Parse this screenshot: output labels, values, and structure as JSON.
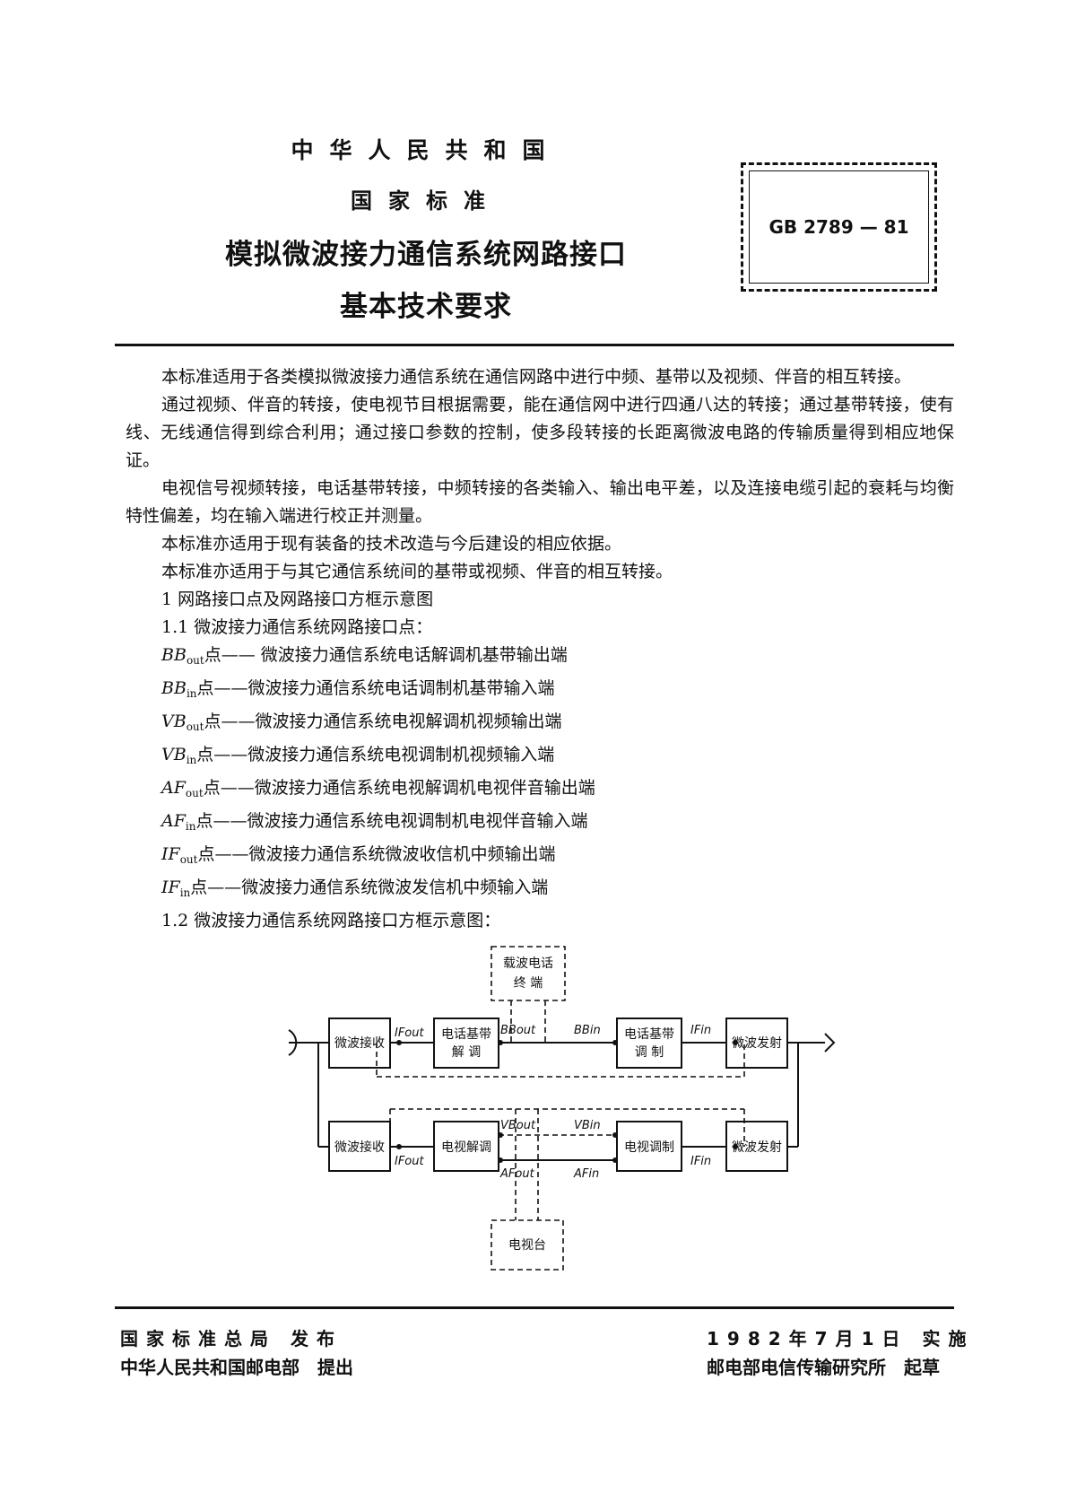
{
  "header": {
    "country": "中华人民共和国",
    "standard_label": "国家标准",
    "title_line1": "模拟微波接力通信系统网路接口",
    "title_line2": "基本技术要求",
    "code": "GB 2789 — 81"
  },
  "body": {
    "para1": "本标准适用于各类模拟微波接力通信系统在通信网路中进行中频、基带以及视频、伴音的相互转接。",
    "para2": "通过视频、伴音的转接，使电视节目根据需要，能在通信网中进行四通八达的转接；通过基带转接，使有线、无线通信得到综合利用；通过接口参数的控制，使多段转接的长距离微波电路的传输质量得到相应地保证。",
    "para3": "电视信号视频转接，电话基带转接，中频转接的各类输入、输出电平差，以及连接电缆引起的衰耗与均衡特性偏差，均在输入端进行校正并测量。",
    "para4": "本标准亦适用于现有装备的技术改造与今后建设的相应依据。",
    "para5": "本标准亦适用于与其它通信系统间的基带或视频、伴音的相互转接。",
    "sec1": "1 网路接口点及网路接口方框示意图",
    "sec11": "1.1 微波接力通信系统网路接口点：",
    "points": [
      {
        "sym": "BB",
        "sub": "out",
        "desc": "点—— 微波接力通信系统电话解调机基带输出端"
      },
      {
        "sym": "BB",
        "sub": "in",
        "desc": "点——微波接力通信系统电话调制机基带输入端"
      },
      {
        "sym": "VB",
        "sub": "out",
        "desc": "点——微波接力通信系统电视解调机视频输出端"
      },
      {
        "sym": "VB",
        "sub": "in",
        "desc": "点——微波接力通信系统电视调制机视频输入端"
      },
      {
        "sym": "AF",
        "sub": "out",
        "desc": "点——微波接力通信系统电视解调机电视伴音输出端"
      },
      {
        "sym": "AF",
        "sub": "in",
        "desc": "点——微波接力通信系统电视调制机电视伴音输入端"
      },
      {
        "sym": "IF",
        "sub": "out",
        "desc": "点——微波接力通信系统微波收信机中频输出端"
      },
      {
        "sym": "IF",
        "sub": "in",
        "desc": "点——微波接力通信系统微波发信机中频输入端"
      }
    ],
    "sec12": "1.2 微波接力通信系统网路接口方框示意图："
  },
  "diagram": {
    "carrier_line1": "载波电话",
    "carrier_line2": "终 端",
    "rx_top": "微波接收",
    "demod_tel_line1": "电话基带",
    "demod_tel_line2": "解 调",
    "mod_tel_line1": "电话基带",
    "mod_tel_line2": "调 制",
    "tx_top": "微波发射",
    "rx_bot": "微波接收",
    "tv_demod": "电视解调",
    "tv_mod": "电视调制",
    "tx_bot": "微波发射",
    "tv_station": "电视台",
    "lbl_if_out_top": "IFout",
    "lbl_bb_out": "BBout",
    "lbl_bb_in": "BBin",
    "lbl_if_in_top": "IFin",
    "lbl_if_out_bot": "IFout",
    "lbl_vb_out": "VBout",
    "lbl_vb_in": "VBin",
    "lbl_af_out": "AFout",
    "lbl_af_in": "AFin",
    "lbl_if_in_bot": "IFin"
  },
  "footer": {
    "left1": "国家标准总局 发布",
    "left2": "中华人民共和国邮电部　提出",
    "right1": "1982年7月1日 实施",
    "right2": "邮电部电信传输研究所　起草"
  }
}
